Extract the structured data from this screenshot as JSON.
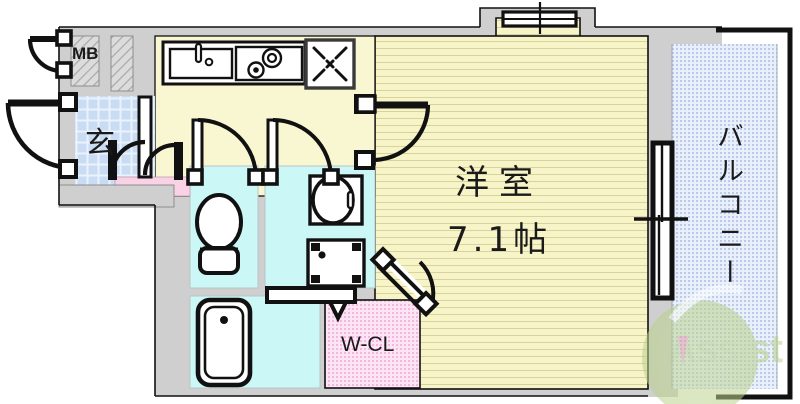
{
  "document": {
    "type": "floor-plan",
    "title": "Apartment floor plan",
    "orientation": "north-up"
  },
  "rooms": [
    {
      "id": "western-room",
      "label": "洋室",
      "size_label": "7.1帖",
      "fill": "#f7f4c8",
      "texture": "horizontal-lines"
    },
    {
      "id": "balcony",
      "label": "バルコニー",
      "fill": "#dbe6f5",
      "texture": "dot-grid"
    },
    {
      "id": "entrance",
      "label": "玄",
      "fill": "#dce8f7",
      "texture": "tile-grid"
    },
    {
      "id": "meter-box",
      "label": "MB",
      "fill": "#d8d8d8",
      "texture": "diagonal-hatch"
    },
    {
      "id": "walk-in-closet",
      "label": "W-CL",
      "fill": "#f7d4ec",
      "texture": "dot-grid"
    },
    {
      "id": "toilet",
      "label": "",
      "fill": "#ccf7f7"
    },
    {
      "id": "washroom",
      "label": "",
      "fill": "#ccf7f7"
    },
    {
      "id": "bath",
      "label": "",
      "fill": "#ccf7f7"
    },
    {
      "id": "kitchen",
      "label": "",
      "fill": "#f7f4c8"
    },
    {
      "id": "entry-closet",
      "label": "",
      "fill": "#f9d2e6"
    }
  ],
  "fixtures": [
    {
      "id": "kitchen-sink",
      "name": "sink"
    },
    {
      "id": "gas-stove",
      "name": "two-burner-stove"
    },
    {
      "id": "ventilation-unit",
      "name": "ventilation-x-panel"
    },
    {
      "id": "toilet-bowl",
      "name": "toilet"
    },
    {
      "id": "wash-basin",
      "name": "wash-basin"
    },
    {
      "id": "washing-machine",
      "name": "washing-machine-pan"
    },
    {
      "id": "bathtub",
      "name": "bathtub"
    }
  ],
  "openings": [
    {
      "id": "entrance-door",
      "type": "swing-door"
    },
    {
      "id": "meter-box-door",
      "type": "swing-door"
    },
    {
      "id": "entry-closet-door",
      "type": "folding-door"
    },
    {
      "id": "toilet-door",
      "type": "swing-door"
    },
    {
      "id": "washroom-door",
      "type": "swing-door"
    },
    {
      "id": "living-door",
      "type": "swing-door"
    },
    {
      "id": "wcl-door",
      "type": "swing-door"
    },
    {
      "id": "bath-door",
      "type": "folding-door"
    },
    {
      "id": "balcony-sliding-door",
      "type": "sliding-glass-door"
    },
    {
      "id": "bay-window",
      "type": "window"
    }
  ],
  "watermark": {
    "text": "Assist",
    "color": "#b9d18a"
  },
  "colors": {
    "wall": "#cfcfcf",
    "wall_outline": "#111111",
    "room_yellow": "#f7f4c8",
    "balcony_blue": "#dbe6f5",
    "entrance_blue": "#dce8f7",
    "water_cyan": "#ccf7f7",
    "closet_pink": "#f7d4ec",
    "entry_closet_pink": "#f9d2e6",
    "ink": "#111111"
  }
}
